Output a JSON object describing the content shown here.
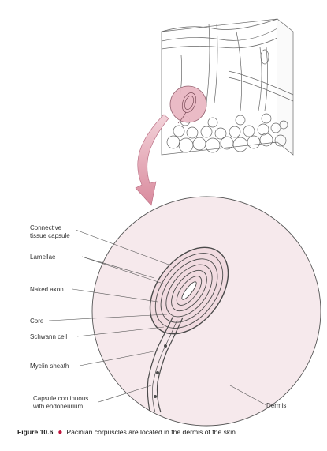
{
  "labels": {
    "connective_tissue_capsule": [
      "Connective",
      "tissue capsule"
    ],
    "lamellae": "Lamellae",
    "naked_axon": "Naked axon",
    "core": "Core",
    "schwann_cell": "Schwann cell",
    "myelin_sheath": "Myelin sheath",
    "capsule_continuous": [
      "Capsule continuous",
      "with endoneurium"
    ],
    "dermis": "Dermis"
  },
  "caption": {
    "figure_number": "Figure 10.6",
    "bullet": "●",
    "text": "Pacinian corpuscles are located in the dermis of the skin."
  },
  "colors": {
    "magnified_circle_fill": "#f6e9ec",
    "highlight_circle_fill": "#e9b8c3",
    "arrow_fill": "#e9aab8",
    "line_art": "#555555"
  }
}
